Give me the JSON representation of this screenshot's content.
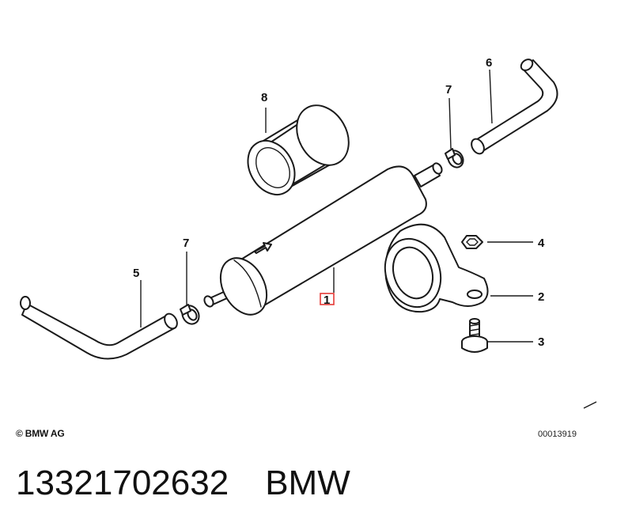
{
  "callouts": {
    "c1": "1",
    "c2": "2",
    "c3": "3",
    "c4": "4",
    "c5": "5",
    "c6": "6",
    "c7a": "7",
    "c7b": "7",
    "c8": "8"
  },
  "footer": {
    "copyright": "© BMW AG",
    "diagram_ref": "00013919"
  },
  "caption": {
    "part_number": "13321702632",
    "brand": "BMW"
  },
  "colors": {
    "highlight": "#e53935",
    "line": "#1a1a1a"
  }
}
